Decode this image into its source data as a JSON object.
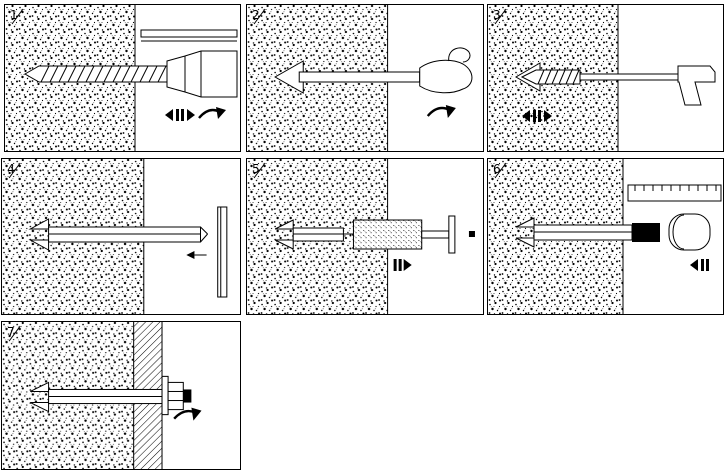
{
  "colors": {
    "ink": "#000000",
    "paper": "#ffffff"
  },
  "panels": [
    {
      "number": "1"
    },
    {
      "number": "2"
    },
    {
      "number": "3"
    },
    {
      "number": "4"
    },
    {
      "number": "5"
    },
    {
      "number": "6"
    },
    {
      "number": "7"
    }
  ],
  "icons": {
    "panel1": [
      "hammer-action-icon",
      "rotation-arrow-icon"
    ],
    "panel2": [
      "rotation-arrow-icon"
    ],
    "panel3": [
      "in-out-motion-icon"
    ],
    "panel4": [
      "insert-direction-arrow"
    ],
    "panel5": [
      "push-direction-icon"
    ],
    "panel6": [
      "hammer-direction-icon"
    ],
    "panel7": [
      "torque-rotation-icon"
    ]
  }
}
